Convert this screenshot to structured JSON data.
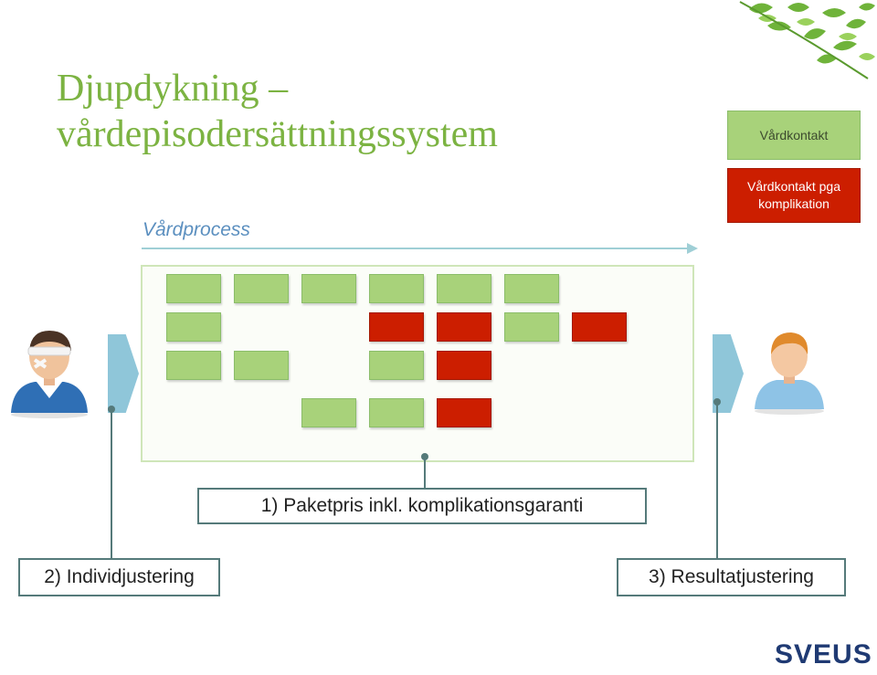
{
  "title": {
    "line1": "Djupdykning –",
    "line2": "vårdepisodersättningssystem"
  },
  "process": {
    "label": "Vårdprocess"
  },
  "legend": {
    "green_label": "Vårdkontakt",
    "red_label": "Vårdkontakt pga komplikation"
  },
  "grid": {
    "rows": [
      [
        "green",
        "green",
        "green",
        "green",
        "green",
        "green",
        "",
        ""
      ],
      [
        "green",
        "",
        "",
        "red",
        "red",
        "green",
        "red",
        ""
      ],
      [
        "green",
        "green",
        "",
        "green",
        "red",
        "",
        "",
        ""
      ],
      [
        "",
        "",
        "green",
        "green",
        "red",
        "",
        "",
        ""
      ]
    ]
  },
  "labels": {
    "package": "1) Paketpris inkl. komplikationsgaranti",
    "individual": "2) Individjustering",
    "result": "3) Resultatjustering"
  },
  "logo": {
    "text": "SVEUS"
  },
  "icons": {
    "patient": "injured-patient-icon",
    "healthy": "healthy-person-icon",
    "leaves": "leaves-decoration-icon"
  },
  "colors": {
    "green": "#a8d27a",
    "red": "#cc1e00",
    "title": "#7cb342",
    "accent": "#8fc6d9",
    "logo": "#1f3a73"
  }
}
